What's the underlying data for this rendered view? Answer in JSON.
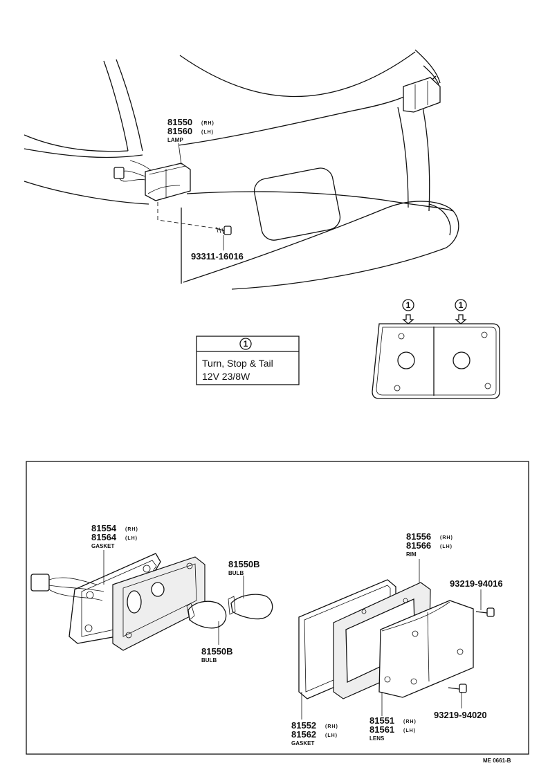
{
  "vehicle_view": {
    "lamp": {
      "pn_rh": "81550",
      "pn_lh": "81560",
      "side_rh": "(RH)",
      "side_lh": "(LH)",
      "name": "LAMP"
    },
    "screw": {
      "pn": "93311-16016"
    }
  },
  "legend": {
    "marker": "1",
    "line1": "Turn, Stop & Tail",
    "line2": "12V 23/8W"
  },
  "lamp_face": {
    "marker_left": "1",
    "marker_right": "1"
  },
  "exploded": {
    "gasket_rear": {
      "pn_rh": "81554",
      "pn_lh": "81564",
      "side_rh": "(RH)",
      "side_lh": "(LH)",
      "name": "GASKET"
    },
    "bulb_upper": {
      "pn": "81550B",
      "name": "BULB"
    },
    "bulb_lower": {
      "pn": "81550B",
      "name": "BULB"
    },
    "rim": {
      "pn_rh": "81556",
      "pn_lh": "81566",
      "side_rh": "(RH)",
      "side_lh": "(LH)",
      "name": "RIM"
    },
    "screw_upper": {
      "pn": "93219-94016"
    },
    "screw_lower": {
      "pn": "93219-94020"
    },
    "gasket_front": {
      "pn_rh": "81552",
      "pn_lh": "81562",
      "side_rh": "(RH)",
      "side_lh": "(LH)",
      "name": "GASKET"
    },
    "lens": {
      "pn_rh": "81551",
      "pn_lh": "81561",
      "side_rh": "(RH)",
      "side_lh": "(LH)",
      "name": "LENS"
    }
  },
  "figure_ref": "ME 0661-B"
}
